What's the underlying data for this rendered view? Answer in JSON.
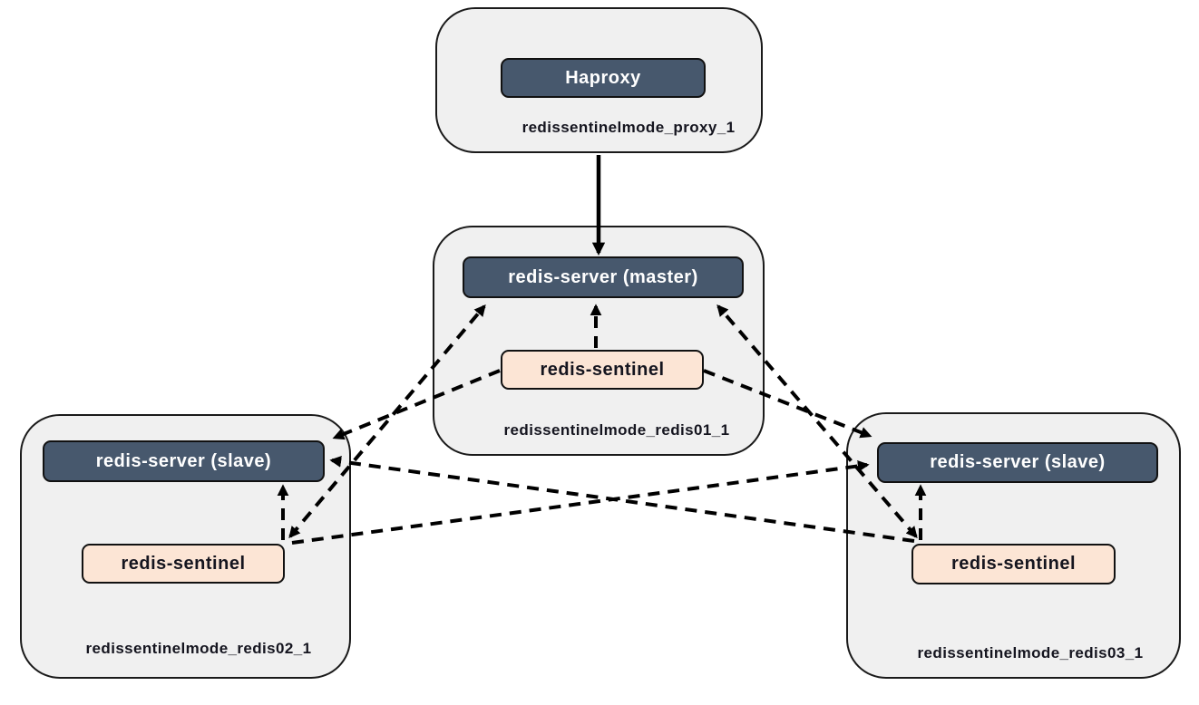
{
  "diagram_type": "redis-sentinel-architecture",
  "colors": {
    "background": "#ffffff",
    "group_fill": "#f0f0f0",
    "group_border": "#1a1a1a",
    "server_fill": "#47586d",
    "server_text": "#ffffff",
    "sentinel_fill": "#fce5d5",
    "sentinel_text": "#15151f",
    "caption_text": "#15151f",
    "edge_color": "#000000"
  },
  "groups": {
    "proxy": {
      "caption": "redissentinelmode_proxy_1"
    },
    "redis01": {
      "caption": "redissentinelmode_redis01_1"
    },
    "redis02": {
      "caption": "redissentinelmode_redis02_1"
    },
    "redis03": {
      "caption": "redissentinelmode_redis03_1"
    }
  },
  "nodes": {
    "haproxy": {
      "label": "Haproxy",
      "type": "proxy",
      "group": "proxy"
    },
    "master": {
      "label": "redis-server (master)",
      "type": "redis-server",
      "group": "redis01"
    },
    "sentinel01": {
      "label": "redis-sentinel",
      "type": "redis-sentinel",
      "group": "redis01"
    },
    "slave02": {
      "label": "redis-server (slave)",
      "type": "redis-server",
      "group": "redis02"
    },
    "sentinel02": {
      "label": "redis-sentinel",
      "type": "redis-sentinel",
      "group": "redis02"
    },
    "slave03": {
      "label": "redis-server (slave)",
      "type": "redis-server",
      "group": "redis03"
    },
    "sentinel03": {
      "label": "redis-sentinel",
      "type": "redis-sentinel",
      "group": "redis03"
    }
  },
  "edges": [
    {
      "from": "haproxy",
      "to": "master",
      "style": "solid",
      "arrows": "end"
    },
    {
      "from": "sentinel01",
      "to": "master",
      "style": "dashed",
      "arrows": "end"
    },
    {
      "from": "sentinel02",
      "to": "master",
      "style": "dashed",
      "arrows": "both"
    },
    {
      "from": "sentinel03",
      "to": "master",
      "style": "dashed",
      "arrows": "both"
    },
    {
      "from": "sentinel02",
      "to": "slave02",
      "style": "dashed",
      "arrows": "end"
    },
    {
      "from": "sentinel03",
      "to": "slave03",
      "style": "dashed",
      "arrows": "end"
    },
    {
      "from": "sentinel01",
      "to": "slave02",
      "style": "dashed",
      "arrows": "end"
    },
    {
      "from": "sentinel01",
      "to": "slave03",
      "style": "dashed",
      "arrows": "end"
    },
    {
      "from": "sentinel02",
      "to": "slave03",
      "style": "dashed",
      "arrows": "end"
    },
    {
      "from": "sentinel03",
      "to": "slave02",
      "style": "dashed",
      "arrows": "end"
    }
  ]
}
